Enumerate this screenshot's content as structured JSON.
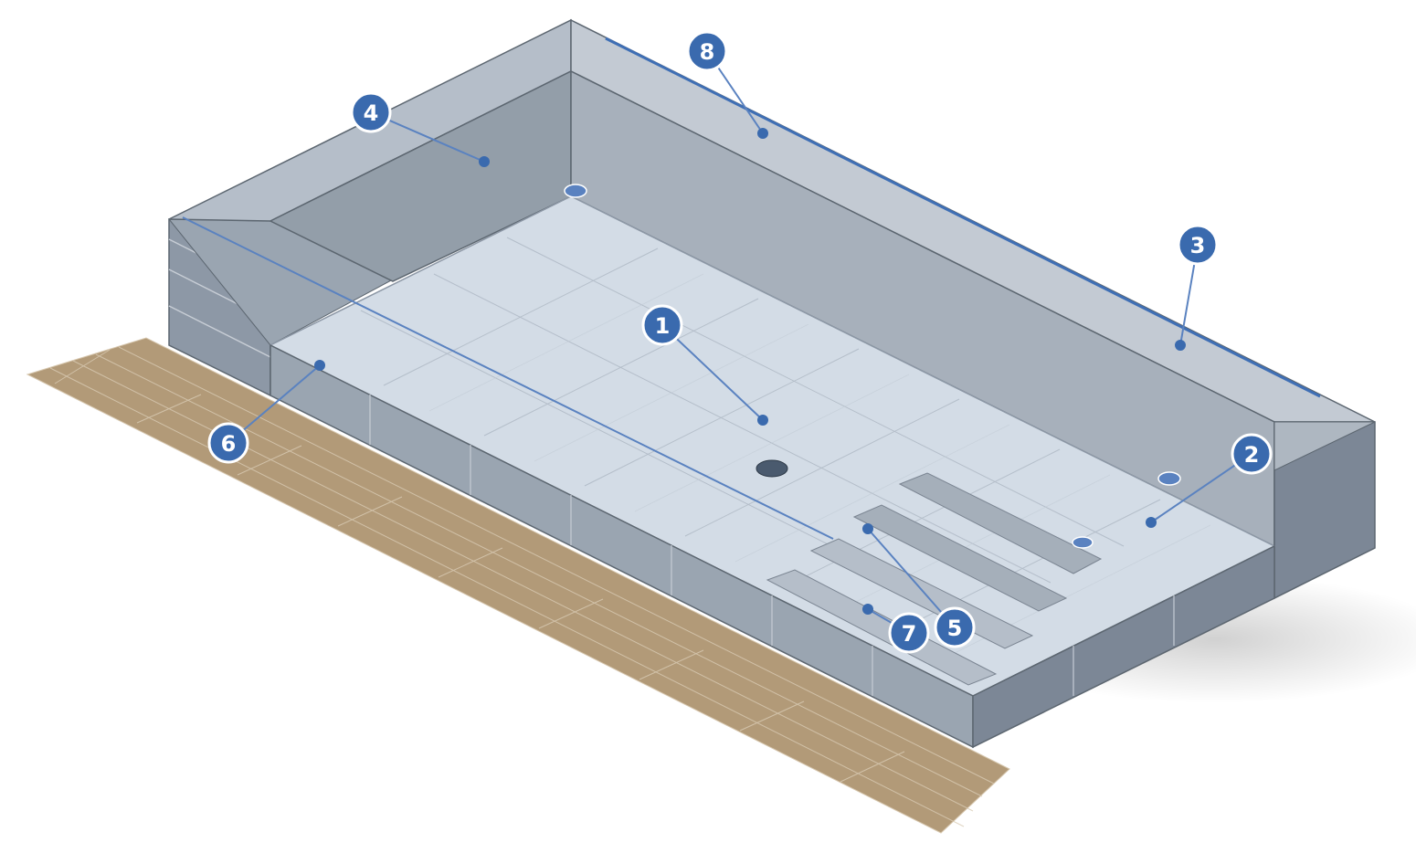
{
  "diagram": {
    "type": "isometric-callout-diagram",
    "colors": {
      "callout_fill": "#3a6aae",
      "callout_stroke": "#ffffff",
      "leader_line": "#5a82c0",
      "wall_dark": "#7c8796",
      "wall_mid": "#9aa5b1",
      "wall_light": "#b5bec9",
      "pool_floor": "#d3dce6",
      "deck": "#b29a78"
    },
    "callouts": [
      {
        "number": "1"
      },
      {
        "number": "2"
      },
      {
        "number": "3"
      },
      {
        "number": "4"
      },
      {
        "number": "5"
      },
      {
        "number": "6"
      },
      {
        "number": "7"
      },
      {
        "number": "8"
      }
    ]
  }
}
